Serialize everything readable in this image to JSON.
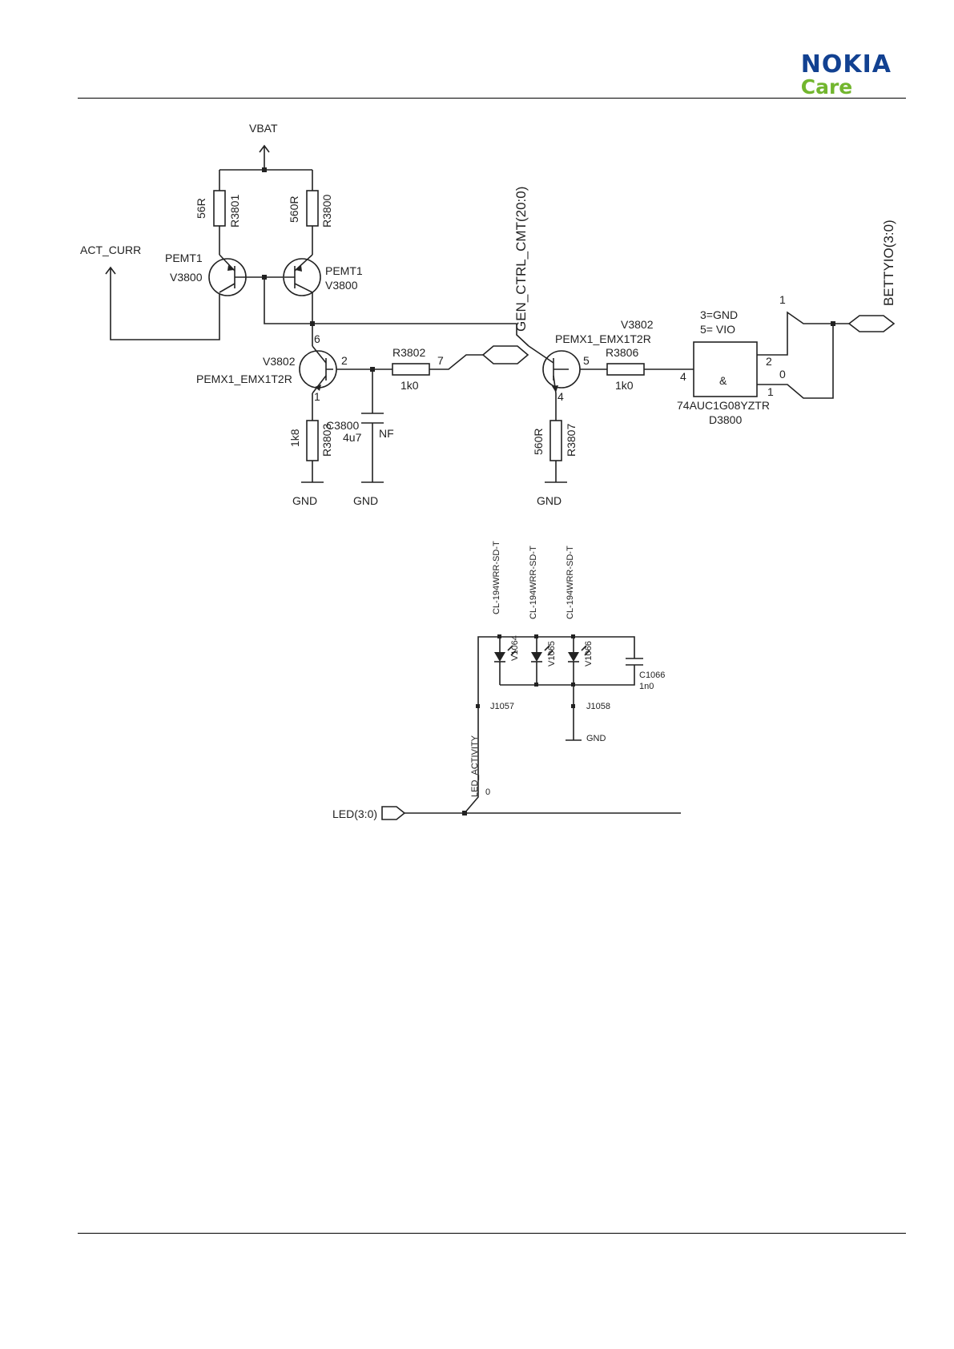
{
  "header": {
    "brand": "NOKIA",
    "sub": "Care"
  },
  "labels": {
    "vbat": "VBAT",
    "act_curr": "ACT_CURR",
    "r3801_val": "56R",
    "r3801_ref": "R3801",
    "r3800_val": "560R",
    "r3800_ref": "R3800",
    "q1_type": "PEMT1",
    "q1_ref": "V3800",
    "q2_type": "PEMT1",
    "q2_ref": "V3800",
    "gen_ctrl": "GEN_CTRL_CMT(20:0)",
    "bettyio": "BETTYIO(3:0)",
    "v3802_ref": "V3802",
    "v3802_type": "PEMX1_EMX1T2R",
    "pin6": "6",
    "pin2": "2",
    "pin1": "1",
    "r3802_ref": "R3802",
    "r3802_val": "1k0",
    "pin7": "7",
    "r3803_val": "1k8",
    "r3803_ref": "R3803",
    "c3800_ref": "C3800",
    "c3800_val": "4u7",
    "c3800_nf": "NF",
    "gnd1": "GND",
    "gnd2": "GND",
    "gnd3": "GND",
    "v3802b_ref": "V3802",
    "v3802b_type": "PEMX1_EMX1T2R",
    "pin5": "5",
    "pin4": "4",
    "r3806_ref": "R3806",
    "r3806_val": "1k0",
    "r3807_val": "560R",
    "r3807_ref": "R3807",
    "d3800_pin4": "4",
    "d3800_note1": "3=GND",
    "d3800_note2": "5= VIO",
    "d3800_sym": "&",
    "d3800_part": "74AUC1G08YZTR",
    "d3800_ref": "D3800",
    "d3800_pin2": "2",
    "d3800_pin1": "1",
    "bus_1": "1",
    "bus_0": "0",
    "led1_part": "CL-194WRR-SD-T",
    "led2_part": "CL-194WRR-SD-T",
    "led3_part": "CL-194WRR-SD-T",
    "v1064": "V1064",
    "v1065": "V1065",
    "v1066": "V1066",
    "c1066_ref": "C1066",
    "c1066_val": "1n0",
    "j1057": "J1057",
    "j1058": "J1058",
    "gnd4": "GND",
    "led_activity": "LED_ACTIVITY",
    "led_bus_0": "0",
    "led_bus": "LED(3:0)"
  }
}
